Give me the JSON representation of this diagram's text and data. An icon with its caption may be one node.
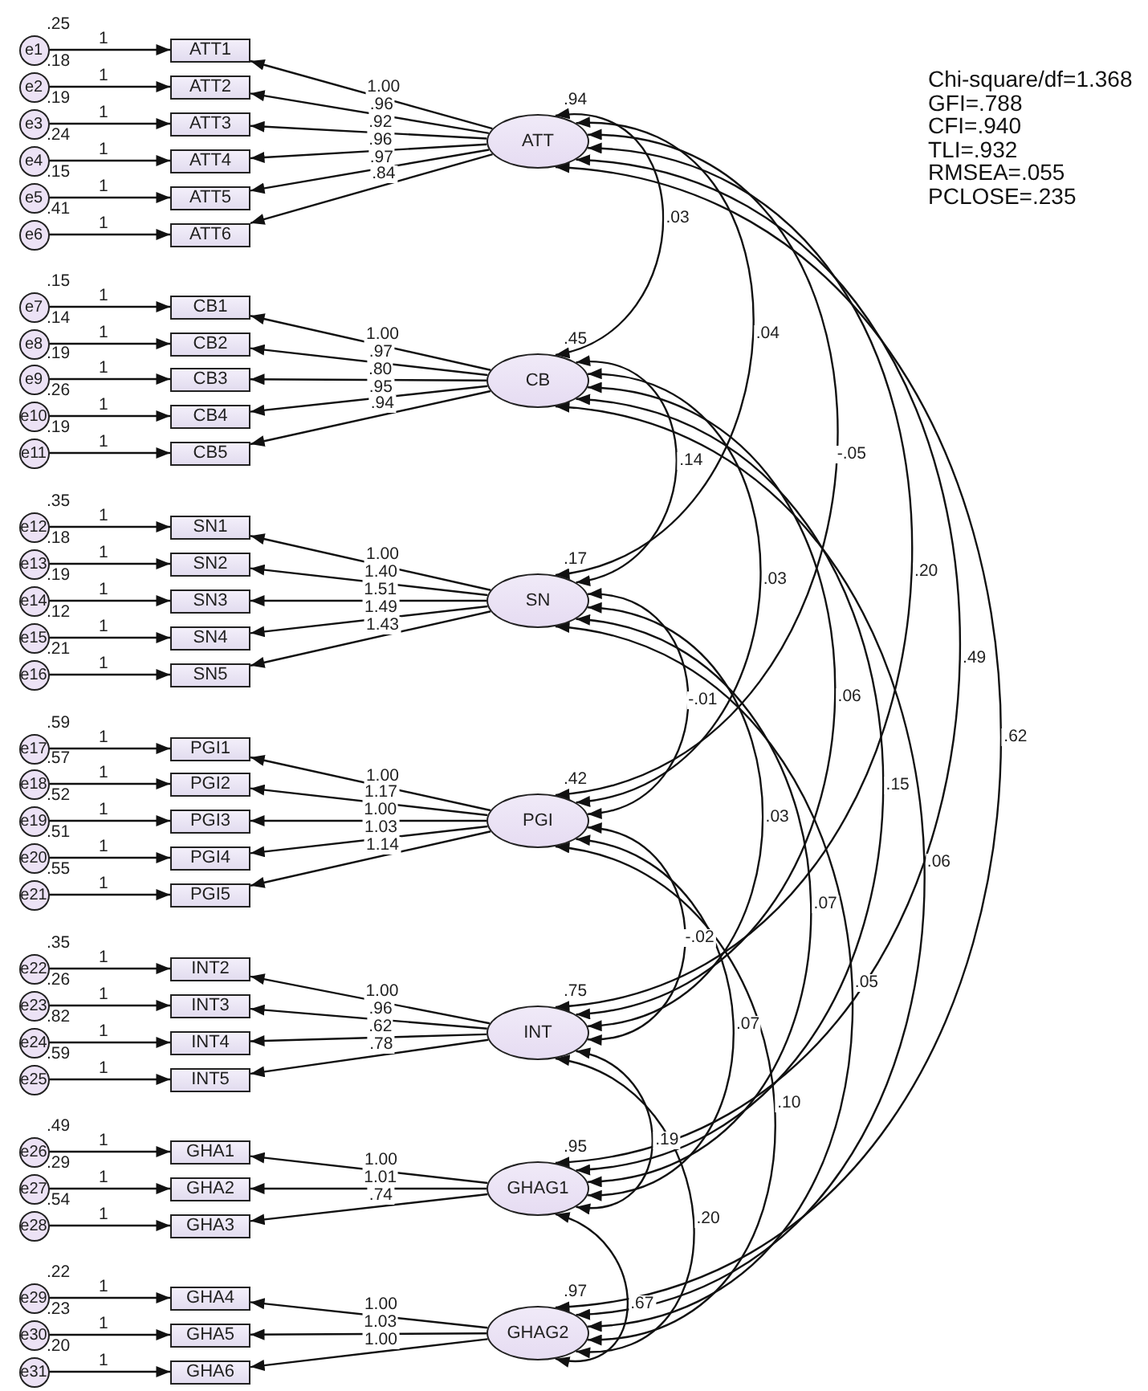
{
  "diagram": {
    "nodes": [
      {
        "text": [
          "e1"
        ],
        "beside": [
          ".25"
        ]
      },
      {
        "text": [
          "e2"
        ],
        "beside": [
          ".18"
        ]
      },
      {
        "text": [
          "e3"
        ],
        "beside": [
          ".19"
        ]
      },
      {
        "text": [
          "e4"
        ],
        "beside": [
          ".24"
        ]
      },
      {
        "text": [
          "e5"
        ],
        "beside": [
          ".15"
        ]
      },
      {
        "text": [
          "e6"
        ],
        "beside": [
          ".41"
        ]
      },
      {
        "text": [
          "ATT1"
        ]
      },
      {
        "text": [
          "ATT2"
        ]
      },
      {
        "text": [
          "ATT3"
        ]
      },
      {
        "text": [
          "ATT4"
        ]
      },
      {
        "text": [
          "ATT5"
        ]
      },
      {
        "text": [
          "ATT6"
        ]
      },
      {
        "text": [
          "ATT"
        ],
        "beside": [
          ".94"
        ]
      },
      {
        "text": [
          "e7"
        ],
        "beside": [
          ".15"
        ]
      },
      {
        "text": [
          "e8"
        ],
        "beside": [
          ".14"
        ]
      },
      {
        "text": [
          "e9"
        ],
        "beside": [
          ".19"
        ]
      },
      {
        "text": [
          "e10"
        ],
        "beside": [
          ".26"
        ]
      },
      {
        "text": [
          "e11"
        ],
        "beside": [
          ".19"
        ]
      },
      {
        "text": [
          "CB1"
        ]
      },
      {
        "text": [
          "CB2"
        ]
      },
      {
        "text": [
          "CB3"
        ]
      },
      {
        "text": [
          "CB4"
        ]
      },
      {
        "text": [
          "CB5"
        ]
      },
      {
        "text": [
          "CB"
        ],
        "beside": [
          ".45"
        ]
      },
      {
        "text": [
          "e12"
        ],
        "beside": [
          ".35"
        ]
      },
      {
        "text": [
          "e13"
        ],
        "beside": [
          ".18"
        ]
      },
      {
        "text": [
          "e14"
        ],
        "beside": [
          ".19"
        ]
      },
      {
        "text": [
          "e15"
        ],
        "beside": [
          ".12"
        ]
      },
      {
        "text": [
          "e16"
        ],
        "beside": [
          ".21"
        ]
      },
      {
        "text": [
          "SN1"
        ]
      },
      {
        "text": [
          "SN2"
        ]
      },
      {
        "text": [
          "SN3"
        ]
      },
      {
        "text": [
          "SN4"
        ]
      },
      {
        "text": [
          "SN5"
        ]
      },
      {
        "text": [
          "SN"
        ],
        "beside": [
          ".17"
        ]
      },
      {
        "text": [
          "e17"
        ],
        "beside": [
          ".59"
        ]
      },
      {
        "text": [
          "e18"
        ],
        "beside": [
          ".57"
        ]
      },
      {
        "text": [
          "e19"
        ],
        "beside": [
          ".52"
        ]
      },
      {
        "text": [
          "e20"
        ],
        "beside": [
          ".51"
        ]
      },
      {
        "text": [
          "e21"
        ],
        "beside": [
          ".55"
        ]
      },
      {
        "text": [
          "PGI1"
        ]
      },
      {
        "text": [
          "PGI2"
        ]
      },
      {
        "text": [
          "PGI3"
        ]
      },
      {
        "text": [
          "PGI4"
        ]
      },
      {
        "text": [
          "PGI5"
        ]
      },
      {
        "text": [
          "PGI"
        ],
        "beside": [
          ".42"
        ]
      },
      {
        "text": [
          "e22"
        ],
        "beside": [
          ".35"
        ]
      },
      {
        "text": [
          "e23"
        ],
        "beside": [
          ".26"
        ]
      },
      {
        "text": [
          "e24"
        ],
        "beside": [
          ".82"
        ]
      },
      {
        "text": [
          "e25"
        ],
        "beside": [
          ".59"
        ]
      },
      {
        "text": [
          "INT2"
        ]
      },
      {
        "text": [
          "INT3"
        ]
      },
      {
        "text": [
          "INT4"
        ]
      },
      {
        "text": [
          "INT5"
        ]
      },
      {
        "text": [
          "INT"
        ],
        "beside": [
          ".75"
        ]
      },
      {
        "text": [
          "e26"
        ],
        "beside": [
          ".49"
        ]
      },
      {
        "text": [
          "e27"
        ],
        "beside": [
          ".29"
        ]
      },
      {
        "text": [
          "e28"
        ],
        "beside": [
          ".54"
        ]
      },
      {
        "text": [
          "GHA1"
        ]
      },
      {
        "text": [
          "GHA2"
        ]
      },
      {
        "text": [
          "GHA3"
        ]
      },
      {
        "text": [
          "GHAG1"
        ],
        "beside": [
          ".95"
        ]
      },
      {
        "text": [
          "e29"
        ],
        "beside": [
          ".22"
        ]
      },
      {
        "text": [
          "e30"
        ],
        "beside": [
          ".23"
        ]
      },
      {
        "text": [
          "e31"
        ],
        "beside": [
          ".20"
        ]
      },
      {
        "text": [
          "GHA4"
        ]
      },
      {
        "text": [
          "GHA5"
        ]
      },
      {
        "text": [
          "GHA6"
        ]
      },
      {
        "text": [
          "GHAG2"
        ],
        "beside": [
          ".97"
        ]
      }
    ],
    "edges": [
      {
        "from": 0,
        "to": 6,
        "arrow": "to",
        "label": "1"
      },
      {
        "from": 1,
        "to": 7,
        "arrow": "to",
        "label": "1"
      },
      {
        "from": 2,
        "to": 8,
        "arrow": "to",
        "label": "1"
      },
      {
        "from": 3,
        "to": 9,
        "arrow": "to",
        "label": "1"
      },
      {
        "from": 4,
        "to": 10,
        "arrow": "to",
        "label": "1"
      },
      {
        "from": 5,
        "to": 11,
        "arrow": "to",
        "label": "1"
      },
      {
        "from": 12,
        "to": 6,
        "arrow": "to",
        "label": "1.00"
      },
      {
        "from": 12,
        "to": 7,
        "arrow": "to",
        "label": ".96"
      },
      {
        "from": 12,
        "to": 8,
        "arrow": "to",
        "label": ".92"
      },
      {
        "from": 12,
        "to": 9,
        "arrow": "to",
        "label": ".96"
      },
      {
        "from": 12,
        "to": 10,
        "arrow": "to",
        "label": ".97"
      },
      {
        "from": 12,
        "to": 11,
        "arrow": "to",
        "label": ".84"
      },
      {
        "from": 13,
        "to": 18,
        "arrow": "to",
        "label": "1"
      },
      {
        "from": 14,
        "to": 19,
        "arrow": "to",
        "label": "1"
      },
      {
        "from": 15,
        "to": 20,
        "arrow": "to",
        "label": "1"
      },
      {
        "from": 16,
        "to": 21,
        "arrow": "to",
        "label": "1"
      },
      {
        "from": 17,
        "to": 22,
        "arrow": "to",
        "label": "1"
      },
      {
        "from": 23,
        "to": 18,
        "arrow": "to",
        "label": "1.00"
      },
      {
        "from": 23,
        "to": 19,
        "arrow": "to",
        "label": ".97"
      },
      {
        "from": 23,
        "to": 20,
        "arrow": "to",
        "label": ".80"
      },
      {
        "from": 23,
        "to": 21,
        "arrow": "to",
        "label": ".95"
      },
      {
        "from": 23,
        "to": 22,
        "arrow": "to",
        "label": ".94"
      },
      {
        "from": 24,
        "to": 29,
        "arrow": "to",
        "label": "1"
      },
      {
        "from": 25,
        "to": 30,
        "arrow": "to",
        "label": "1"
      },
      {
        "from": 26,
        "to": 31,
        "arrow": "to",
        "label": "1"
      },
      {
        "from": 27,
        "to": 32,
        "arrow": "to",
        "label": "1"
      },
      {
        "from": 28,
        "to": 33,
        "arrow": "to",
        "label": "1"
      },
      {
        "from": 34,
        "to": 29,
        "arrow": "to",
        "label": "1.00"
      },
      {
        "from": 34,
        "to": 30,
        "arrow": "to",
        "label": "1.40"
      },
      {
        "from": 34,
        "to": 31,
        "arrow": "to",
        "label": "1.51"
      },
      {
        "from": 34,
        "to": 32,
        "arrow": "to",
        "label": "1.49"
      },
      {
        "from": 34,
        "to": 33,
        "arrow": "to",
        "label": "1.43"
      },
      {
        "from": 35,
        "to": 40,
        "arrow": "to",
        "label": "1"
      },
      {
        "from": 36,
        "to": 41,
        "arrow": "to",
        "label": "1"
      },
      {
        "from": 37,
        "to": 42,
        "arrow": "to",
        "label": "1"
      },
      {
        "from": 38,
        "to": 43,
        "arrow": "to",
        "label": "1"
      },
      {
        "from": 39,
        "to": 44,
        "arrow": "to",
        "label": "1"
      },
      {
        "from": 45,
        "to": 40,
        "arrow": "to",
        "label": "1.00"
      },
      {
        "from": 45,
        "to": 41,
        "arrow": "to",
        "label": "1.17"
      },
      {
        "from": 45,
        "to": 42,
        "arrow": "to",
        "label": "1.00"
      },
      {
        "from": 45,
        "to": 43,
        "arrow": "to",
        "label": "1.03"
      },
      {
        "from": 45,
        "to": 44,
        "arrow": "to",
        "label": "1.14"
      },
      {
        "from": 46,
        "to": 50,
        "arrow": "to",
        "label": "1"
      },
      {
        "from": 47,
        "to": 51,
        "arrow": "to",
        "label": "1"
      },
      {
        "from": 48,
        "to": 52,
        "arrow": "to",
        "label": "1"
      },
      {
        "from": 49,
        "to": 53,
        "arrow": "to",
        "label": "1"
      },
      {
        "from": 54,
        "to": 50,
        "arrow": "to",
        "label": "1.00"
      },
      {
        "from": 54,
        "to": 51,
        "arrow": "to",
        "label": ".96"
      },
      {
        "from": 54,
        "to": 52,
        "arrow": "to",
        "label": ".62"
      },
      {
        "from": 54,
        "to": 53,
        "arrow": "to",
        "label": ".78"
      },
      {
        "from": 55,
        "to": 58,
        "arrow": "to",
        "label": "1"
      },
      {
        "from": 56,
        "to": 59,
        "arrow": "to",
        "label": "1"
      },
      {
        "from": 57,
        "to": 60,
        "arrow": "to",
        "label": "1"
      },
      {
        "from": 61,
        "to": 58,
        "arrow": "to",
        "label": "1.00"
      },
      {
        "from": 61,
        "to": 59,
        "arrow": "to",
        "label": "1.01"
      },
      {
        "from": 61,
        "to": 60,
        "arrow": "to",
        "label": ".74"
      },
      {
        "from": 62,
        "to": 65,
        "arrow": "to",
        "label": "1"
      },
      {
        "from": 63,
        "to": 66,
        "arrow": "to",
        "label": "1"
      },
      {
        "from": 64,
        "to": 67,
        "arrow": "to",
        "label": "1"
      },
      {
        "from": 68,
        "to": 65,
        "arrow": "to",
        "label": "1.00"
      },
      {
        "from": 68,
        "to": 66,
        "arrow": "to",
        "label": "1.03"
      },
      {
        "from": 68,
        "to": 67,
        "arrow": "to",
        "label": "1.00"
      },
      {
        "from": 12,
        "to": 23,
        "arrow": "both",
        "label": ".03"
      },
      {
        "from": 12,
        "to": 34,
        "arrow": "both",
        "label": ".04"
      },
      {
        "from": 12,
        "to": 45,
        "arrow": "both",
        "label": "-.05"
      },
      {
        "from": 12,
        "to": 54,
        "arrow": "both",
        "label": ".20"
      },
      {
        "from": 12,
        "to": 61,
        "arrow": "both",
        "label": ".49"
      },
      {
        "from": 12,
        "to": 68,
        "arrow": "both",
        "label": ".62"
      },
      {
        "from": 23,
        "to": 34,
        "arrow": "both",
        "label": ".14"
      },
      {
        "from": 23,
        "to": 45,
        "arrow": "both",
        "label": ".03"
      },
      {
        "from": 23,
        "to": 54,
        "arrow": "both",
        "label": ".06"
      },
      {
        "from": 23,
        "to": 61,
        "arrow": "both",
        "label": ".15"
      },
      {
        "from": 23,
        "to": 68,
        "arrow": "both",
        "label": ".06"
      },
      {
        "from": 34,
        "to": 45,
        "arrow": "both",
        "label": "-.01"
      },
      {
        "from": 34,
        "to": 54,
        "arrow": "both",
        "label": ".03"
      },
      {
        "from": 34,
        "to": 61,
        "arrow": "both",
        "label": ".07"
      },
      {
        "from": 34,
        "to": 68,
        "arrow": "both",
        "label": ".05"
      },
      {
        "from": 45,
        "to": 54,
        "arrow": "both",
        "label": "-.02"
      },
      {
        "from": 45,
        "to": 61,
        "arrow": "both",
        "label": ".07"
      },
      {
        "from": 45,
        "to": 68,
        "arrow": "both",
        "label": ".10"
      },
      {
        "from": 54,
        "to": 61,
        "arrow": "both",
        "label": ".19"
      },
      {
        "from": 54,
        "to": 68,
        "arrow": "both",
        "label": ".20"
      },
      {
        "from": 61,
        "to": 68,
        "arrow": "both",
        "label": ".67"
      }
    ],
    "labels": [
      "Chi-square/df=1.368",
      "GFI=.788",
      "CFI=.940",
      "TLI=.932",
      "RMSEA=.055",
      "PCLOSE=.235"
    ]
  }
}
